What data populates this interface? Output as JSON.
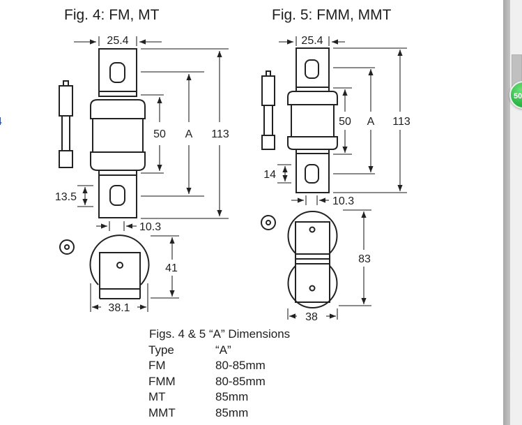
{
  "stray_label": "4",
  "fig4": {
    "title": "Fig. 4: FM, MT",
    "dims": {
      "width_top": "25.4",
      "body_len": "50",
      "a_label": "A",
      "overall": "113",
      "hole_pitch": "13.5",
      "tab_offset": "10.3",
      "end_height": "41",
      "end_width": "38.1"
    }
  },
  "fig5": {
    "title": "Fig. 5: FMM, MMT",
    "dims": {
      "width_top": "25.4",
      "body_len": "50",
      "a_label": "A",
      "overall": "113",
      "hole_pitch": "14",
      "tab_offset": "10.3",
      "end_height": "83",
      "end_width": "38"
    }
  },
  "table": {
    "caption": "Figs. 4 & 5 “A” Dimensions",
    "header": {
      "type": "Type",
      "a": "“A”"
    },
    "rows": [
      {
        "type": "FM",
        "a": "80-85mm"
      },
      {
        "type": "FMM",
        "a": "80-85mm"
      },
      {
        "type": "MT",
        "a": "85mm"
      },
      {
        "type": "MMT",
        "a": "85mm"
      }
    ]
  },
  "viewer": {
    "zoom_badge": "50",
    "colors": {
      "badge": "#2fb84a",
      "scrollbar": "#b4b4b4",
      "panel": "#f0f0f0"
    }
  }
}
